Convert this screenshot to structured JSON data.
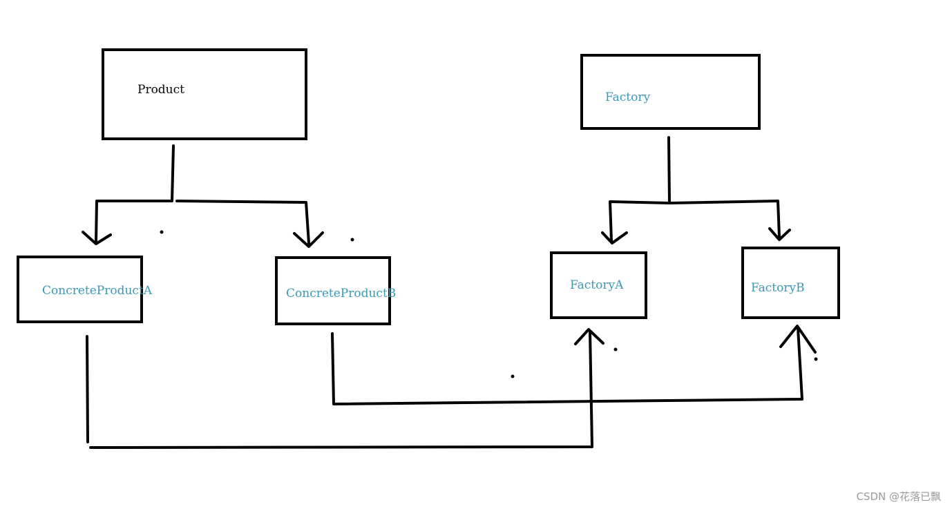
{
  "nodes": {
    "product": {
      "label": "Product",
      "color": "#000000"
    },
    "factory": {
      "label": "Factory",
      "color": "#3a98b9"
    },
    "concrete_product_a": {
      "label": "ConcreteProductA",
      "color": "#3a98b9"
    },
    "concrete_product_b": {
      "label": "ConcreteProductB",
      "color": "#3a98b9"
    },
    "factory_a": {
      "label": "FactoryA",
      "color": "#3a98b9"
    },
    "factory_b": {
      "label": "FactoryB",
      "color": "#3a98b9"
    }
  },
  "edges": [
    {
      "from": "product",
      "to": "concrete_product_a"
    },
    {
      "from": "product",
      "to": "concrete_product_b"
    },
    {
      "from": "factory",
      "to": "factory_a"
    },
    {
      "from": "factory",
      "to": "factory_b"
    },
    {
      "from": "concrete_product_a",
      "to": "factory_a"
    },
    {
      "from": "concrete_product_b",
      "to": "factory_b"
    }
  ],
  "watermark": "CSDN @花落已飘"
}
